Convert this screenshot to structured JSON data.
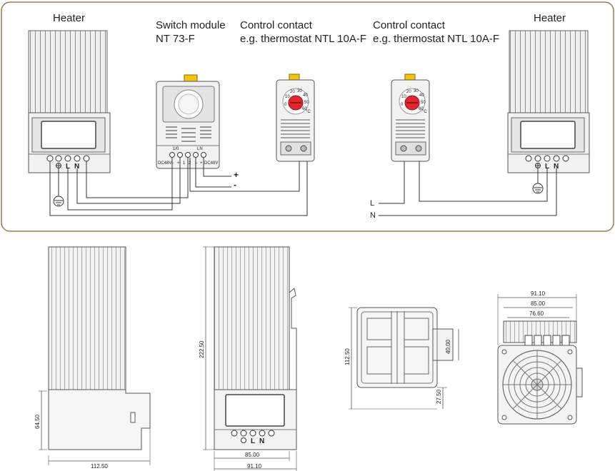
{
  "wiring": {
    "heater_left_label": "Heater",
    "switch_module_label": [
      "Switch module",
      "NT 73-F"
    ],
    "control_contact_1_label": [
      "Control contact",
      "e.g. thermostat NTL 10A-F"
    ],
    "control_contact_2_label": [
      "Control contact",
      "e.g. thermostat NTL 10A-F"
    ],
    "heater_right_label": "Heater",
    "terminal_letters": [
      "L",
      "N"
    ],
    "switch_terminal_text": [
      "DC48V",
      "–",
      "+",
      "1",
      "2",
      "–",
      "+",
      "DC48V"
    ],
    "switch_top_labels": [
      "1/0",
      "LN"
    ],
    "polarity": [
      "+",
      "-"
    ],
    "line_labels": [
      "L",
      "N"
    ],
    "thermostat_unit": "°C",
    "thermostat_scale": [
      "0",
      "10",
      "20",
      "30",
      "40",
      "50",
      "60"
    ]
  },
  "dimensions": {
    "side_height_base": "64.50",
    "side_depth": "112.50",
    "front_height": "222.50",
    "front_inner_width": "85.00",
    "front_outer_width": "91.10",
    "top_height": "112.50",
    "top_rail": "40.00",
    "top_offset": "27.50",
    "rear_outer": "91.10",
    "rear_mid": "85.00",
    "rear_inner": "76.60"
  },
  "colors": {
    "frame": "#a0784a",
    "knob": "#e3262b",
    "clip": "#f1c40f",
    "fin": "#d9d9d9",
    "body": "#f2f2f2"
  }
}
